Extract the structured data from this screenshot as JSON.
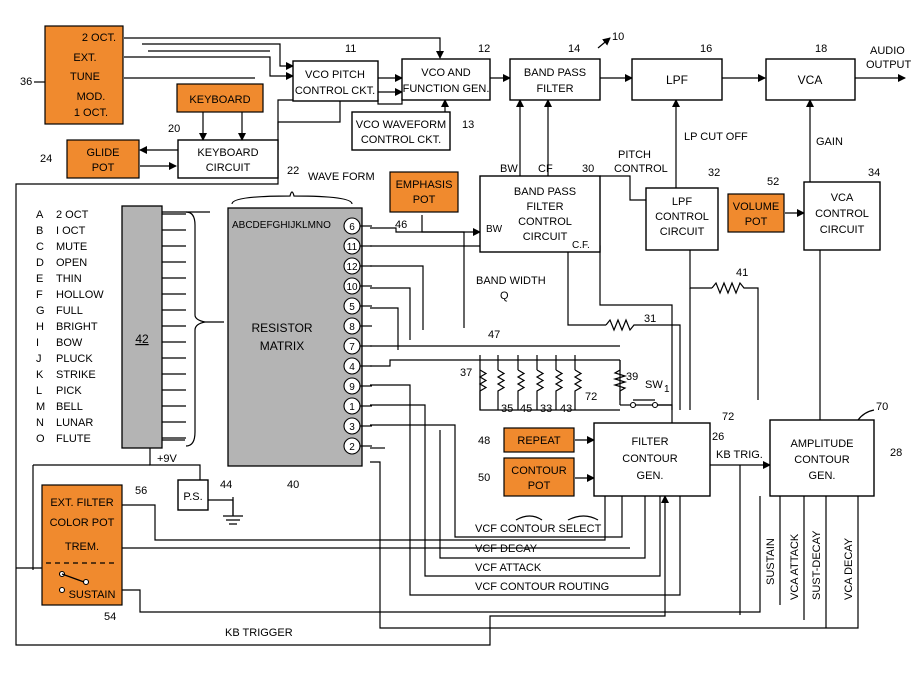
{
  "blocks": {
    "ext_tune": {
      "lines": [
        "2 OCT.",
        "EXT.",
        "TUNE",
        "MOD.",
        "1 OCT."
      ],
      "ref": "36"
    },
    "keyboard": {
      "lines": [
        "KEYBOARD"
      ],
      "ref": "20"
    },
    "glide_pot": {
      "lines": [
        "GLIDE",
        "POT"
      ],
      "ref": "24"
    },
    "keyboard_circuit": {
      "lines": [
        "KEYBOARD",
        "CIRCUIT"
      ],
      "ref": "22"
    },
    "vco_pitch": {
      "lines": [
        "VCO PITCH",
        "CONTROL CKT."
      ],
      "ref": "11"
    },
    "vco_function": {
      "lines": [
        "VCO AND",
        "FUNCTION GEN."
      ],
      "ref": "12"
    },
    "vco_waveform": {
      "lines": [
        "VCO WAVEFORM",
        "CONTROL CKT."
      ],
      "ref": "13"
    },
    "band_pass": {
      "lines": [
        "BAND PASS",
        "FILTER"
      ],
      "ref": "14"
    },
    "lpf": {
      "lines": [
        "LPF"
      ],
      "ref": "16"
    },
    "vca": {
      "lines": [
        "VCA"
      ],
      "ref": "18"
    },
    "bpf_control": {
      "lines": [
        "BAND PASS",
        "FILTER",
        "CONTROL",
        "CIRCUIT"
      ],
      "ref": "30"
    },
    "emphasis_pot": {
      "lines": [
        "EMPHASIS",
        "POT"
      ],
      "ref": "46"
    },
    "lpf_control": {
      "lines": [
        "LPF",
        "CONTROL",
        "CIRCUIT"
      ],
      "ref": "32"
    },
    "volume_pot": {
      "lines": [
        "VOLUME",
        "POT"
      ],
      "ref": "52"
    },
    "vca_control": {
      "lines": [
        "VCA",
        "CONTROL",
        "CIRCUIT"
      ],
      "ref": "34"
    },
    "resistor_matrix": {
      "lines": [
        "RESISTOR",
        "MATRIX"
      ],
      "ref": "40"
    },
    "repeat": {
      "lines": [
        "REPEAT"
      ],
      "ref": "48"
    },
    "contour_pot": {
      "lines": [
        "CONTOUR",
        "POT"
      ],
      "ref": "50"
    },
    "filter_contour": {
      "lines": [
        "FILTER",
        "CONTOUR",
        "GEN."
      ],
      "ref": "26"
    },
    "amplitude_contour": {
      "lines": [
        "AMPLITUDE",
        "CONTOUR",
        "GEN."
      ],
      "ref": "28"
    },
    "power_supply": {
      "lines": [
        "P.S."
      ],
      "ref": "44"
    },
    "ext_filter": {
      "lines": [
        "EXT. FILTER",
        "COLOR POT",
        "TREM."
      ],
      "ref": "56"
    },
    "sustain": {
      "lines": [
        "SUSTAIN"
      ],
      "ref": "54"
    }
  },
  "switch_list": {
    "letters": [
      "A",
      "B",
      "C",
      "D",
      "E",
      "F",
      "G",
      "H",
      "I",
      "J",
      "K",
      "L",
      "M",
      "N",
      "O"
    ],
    "names": [
      "2 OCT",
      "I OCT",
      "MUTE",
      "OPEN",
      "THIN",
      "HOLLOW",
      "FULL",
      "BRIGHT",
      "BOW",
      "PLUCK",
      "STRIKE",
      "PICK",
      "BELL",
      "LUNAR",
      "FLUTE"
    ],
    "ref": "42"
  },
  "matrix": {
    "columns": "ABCDEFGHIJKLMNO",
    "terminals": [
      "6",
      "11",
      "12",
      "10",
      "5",
      "8",
      "7",
      "4",
      "9",
      "1",
      "3",
      "2"
    ]
  },
  "labels": {
    "audio_output": [
      "AUDIO",
      "OUTPUT"
    ],
    "lp_cut_off": "LP CUT OFF",
    "gain": "GAIN",
    "pitch_control": [
      "PITCH",
      "CONTROL"
    ],
    "wave_form": "WAVE FORM",
    "bw": "BW",
    "cf": "CF",
    "bw_in": "BW",
    "cf_out": "C.F.",
    "band_width_q": [
      "BAND WIDTH",
      "Q"
    ],
    "plus_9v": "+9V",
    "kb_trig": "KB TRIG.",
    "kb_trigger": "KB TRIGGER",
    "sw1": "SW",
    "sw1_sub": "1",
    "vcf_contour_select": "VCF   CONTOUR   SELECT",
    "vcf_decay": "VCF   DECAY",
    "vcf_attack": "VCF   ATTACK",
    "vcf_contour_routing": "VCF   CONTOUR  ROUTING",
    "sustain_v": "SUSTAIN",
    "vca_attack_v": "VCA  ATTACK",
    "sust_decay_v": "SUST-DECAY",
    "vca_decay_v": "VCA  DECAY"
  },
  "refs": {
    "r10": "10",
    "r31": "31",
    "r41": "41",
    "r47": "47",
    "r37": "37",
    "r35": "35",
    "r45": "45",
    "r33": "33",
    "r43": "43",
    "r39": "39",
    "r72a": "72",
    "r72b": "72",
    "r70": "70"
  },
  "colors": {
    "accent": "#f08a2e",
    "list_panel": "#b4b4b4"
  }
}
